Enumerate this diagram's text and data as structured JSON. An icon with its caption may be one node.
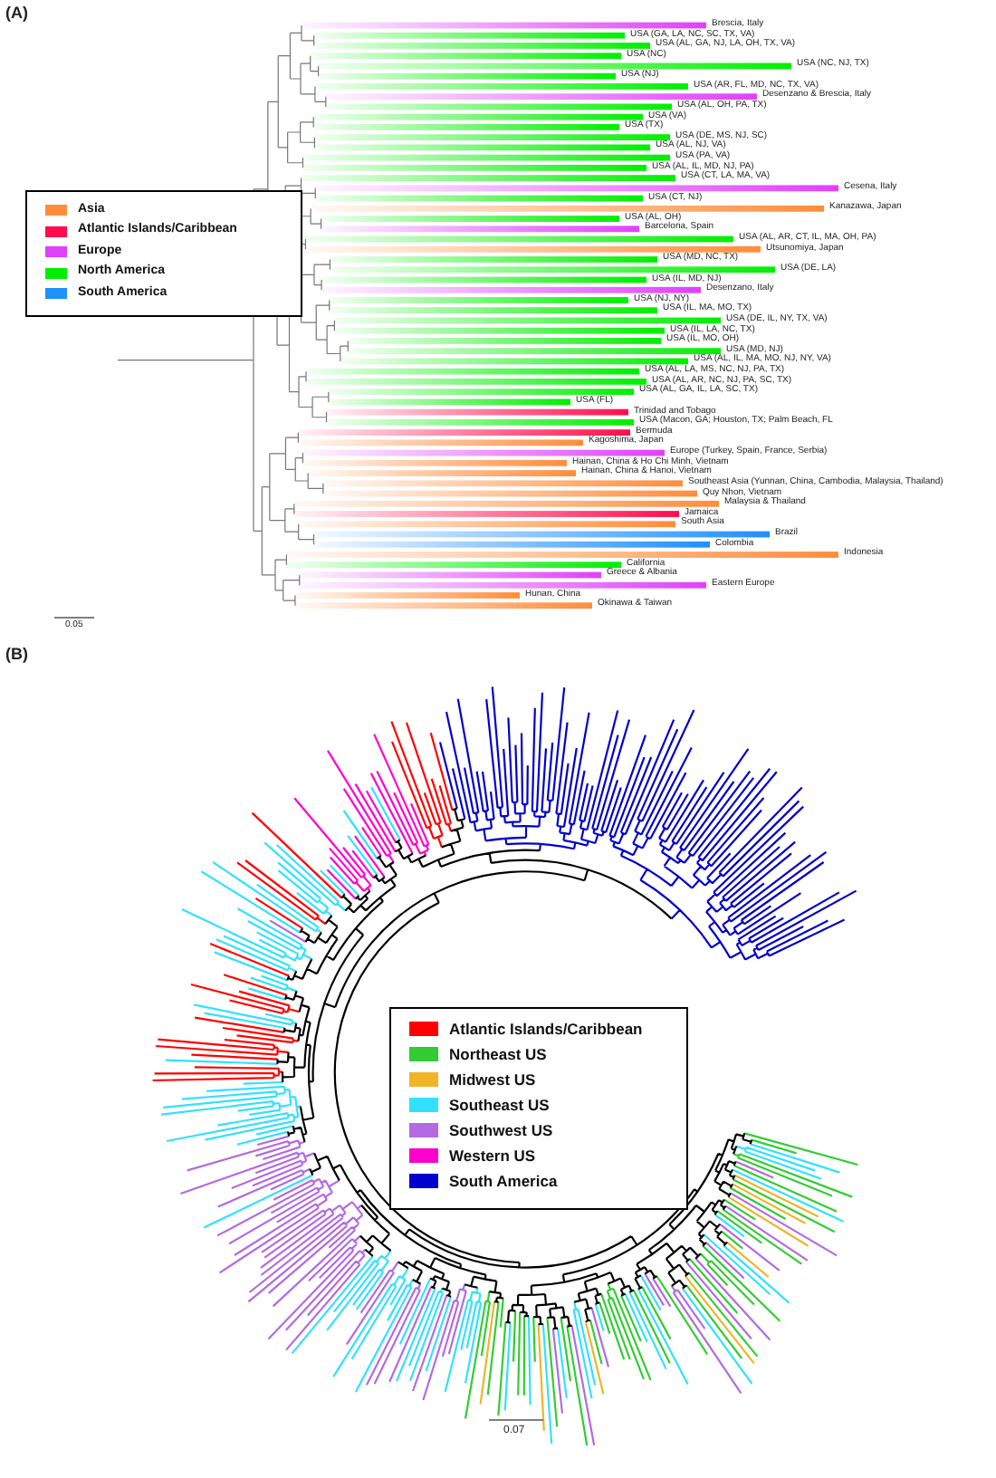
{
  "diagram": {
    "labels": [
      "(A)",
      "Brescia, Italy",
      "USA (GA, LA, NC, SC, TX, VA)",
      "USA (AL, GA, NJ, LA, OH, TX, VA)",
      "USA (NC)",
      "USA (NC, NJ, TX)",
      "USA (NJ)",
      "USA (AR, FL, MD, NC, TX, VA)",
      "Desenzano & Brescia, Italy",
      "USA (AL, OH, PA, TX)",
      "USA (VA)",
      "USA (TX)",
      "USA (DE, MS, NJ, SC)",
      "USA (AL, NJ, VA)",
      "USA (PA, VA)",
      "USA (AL, IL, MD, NJ, PA)",
      "USA (CT, LA, MA, VA)",
      "Cesena, Italy",
      "USA (CT, NJ)",
      "Kanazawa, Japan",
      "USA (AL, OH)",
      "Barcelona, Spain",
      "USA (AL, AR, CT, IL, MA, OH, PA)",
      "Utsunomiya, Japan",
      "USA (MD, NC, TX)",
      "USA (DE, LA)",
      "USA (IL, MD, NJ)",
      "Desenzano, Italy",
      "USA (NJ, NY)",
      "USA (IL, MA, MO, TX)",
      "USA (DE, IL, NY, TX, VA)",
      "USA (IL, LA, NC, TX)",
      "USA (IL, MO, OH)",
      "USA (MD, NJ)",
      "USA (AL, IL, MA, MO, NJ, NY, VA)",
      "USA (AL, LA, MS, NC, NJ, PA, TX)",
      "USA (AL, AR, NC, NJ, PA, SC, TX)",
      "USA (AL, GA, IL, LA, SC, TX)",
      "USA (FL)",
      "Trinidad and Tobago",
      "USA (Macon, GA; Houston, TX; Palm Beach, FL",
      "Bermuda",
      "Kagoshima, Japan",
      "Europe (Turkey, Spain, France, Serbia)",
      "Hainan, China & Ho Chi Minh, Vietnam",
      "Hainan, China & Hanoi, Vietnam",
      "Southeast Asia (Yunnan, China, Cambodia, Malaysia, Thailand)",
      "Quy Nhon, Vietnam",
      "Malaysia & Thailand",
      "Jamaica",
      "South Asia",
      "Brazil",
      "Colombia",
      "Indonesia",
      "California",
      "Greece & Albania",
      "Eastern Europe",
      "Hunan, China",
      "Okinawa & Taiwan",
      "0.05",
      "(B)",
      "0.07"
    ],
    "legend": [
      {
        "text": "Asia",
        "color": "#ff8c3a"
      },
      {
        "text": "Atlantic Islands/Caribbean",
        "color": "#ff0d4d"
      },
      {
        "text": "Europe",
        "color": "#e040fb"
      },
      {
        "text": "North America",
        "color": "#00ee00"
      },
      {
        "text": "South America",
        "color": "#1e90ff"
      },
      {
        "text": "Atlantic Islands/Caribbean",
        "color": "#ff0000"
      },
      {
        "text": "Northeast US",
        "color": "#33cc33"
      },
      {
        "text": "Midwest US",
        "color": "#f0b429"
      },
      {
        "text": "Southeast US",
        "color": "#33e0ff"
      },
      {
        "text": "Southwest US",
        "color": "#b36ae2"
      },
      {
        "text": "Western US",
        "color": "#ff00cc"
      },
      {
        "text": "South America",
        "color": "#0000cc"
      }
    ]
  }
}
